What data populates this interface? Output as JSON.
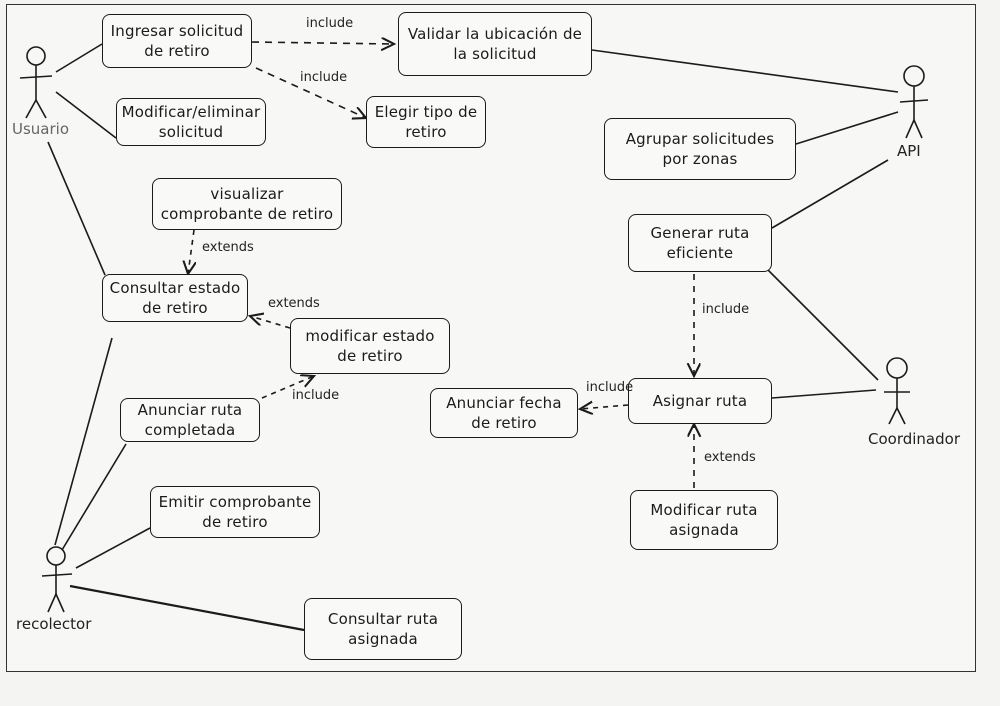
{
  "actors": {
    "usuario": "Usuario",
    "api": "API",
    "coordinador": "Coordinador",
    "recolector": "recolector"
  },
  "use_cases": {
    "ingresar": "Ingresar solicitud de retiro",
    "validar": "Validar la ubicación de la solicitud",
    "elegir": "Elegir tipo de retiro",
    "modificar_eliminar": "Modificar/eliminar solicitud",
    "agrupar": "Agrupar solicitudes por zonas",
    "visualizar": "visualizar comprobante de retiro",
    "generar": "Generar ruta eficiente",
    "consultar_estado": "Consultar estado de retiro",
    "modificar_estado": "modificar estado de retiro",
    "anunciar_completada": "Anunciar ruta completada",
    "anunciar_fecha": "Anunciar fecha de retiro",
    "asignar": "Asignar ruta",
    "emitir": "Emitir comprobante de retiro",
    "modificar_ruta": "Modificar ruta asignada",
    "consultar_ruta": "Consultar ruta asignada"
  },
  "relations": {
    "include_validar": "include",
    "include_elegir": "include",
    "extends_visualizar": "extends",
    "extends_modificar_estado": "extends",
    "include_anunciar_completada": "include",
    "include_generar_asignar": "include",
    "include_anunciar_fecha": "include",
    "extends_modificar_ruta": "extends"
  },
  "colors": {
    "ink": "#1b1b1b",
    "paper": "#f7f7f5"
  }
}
